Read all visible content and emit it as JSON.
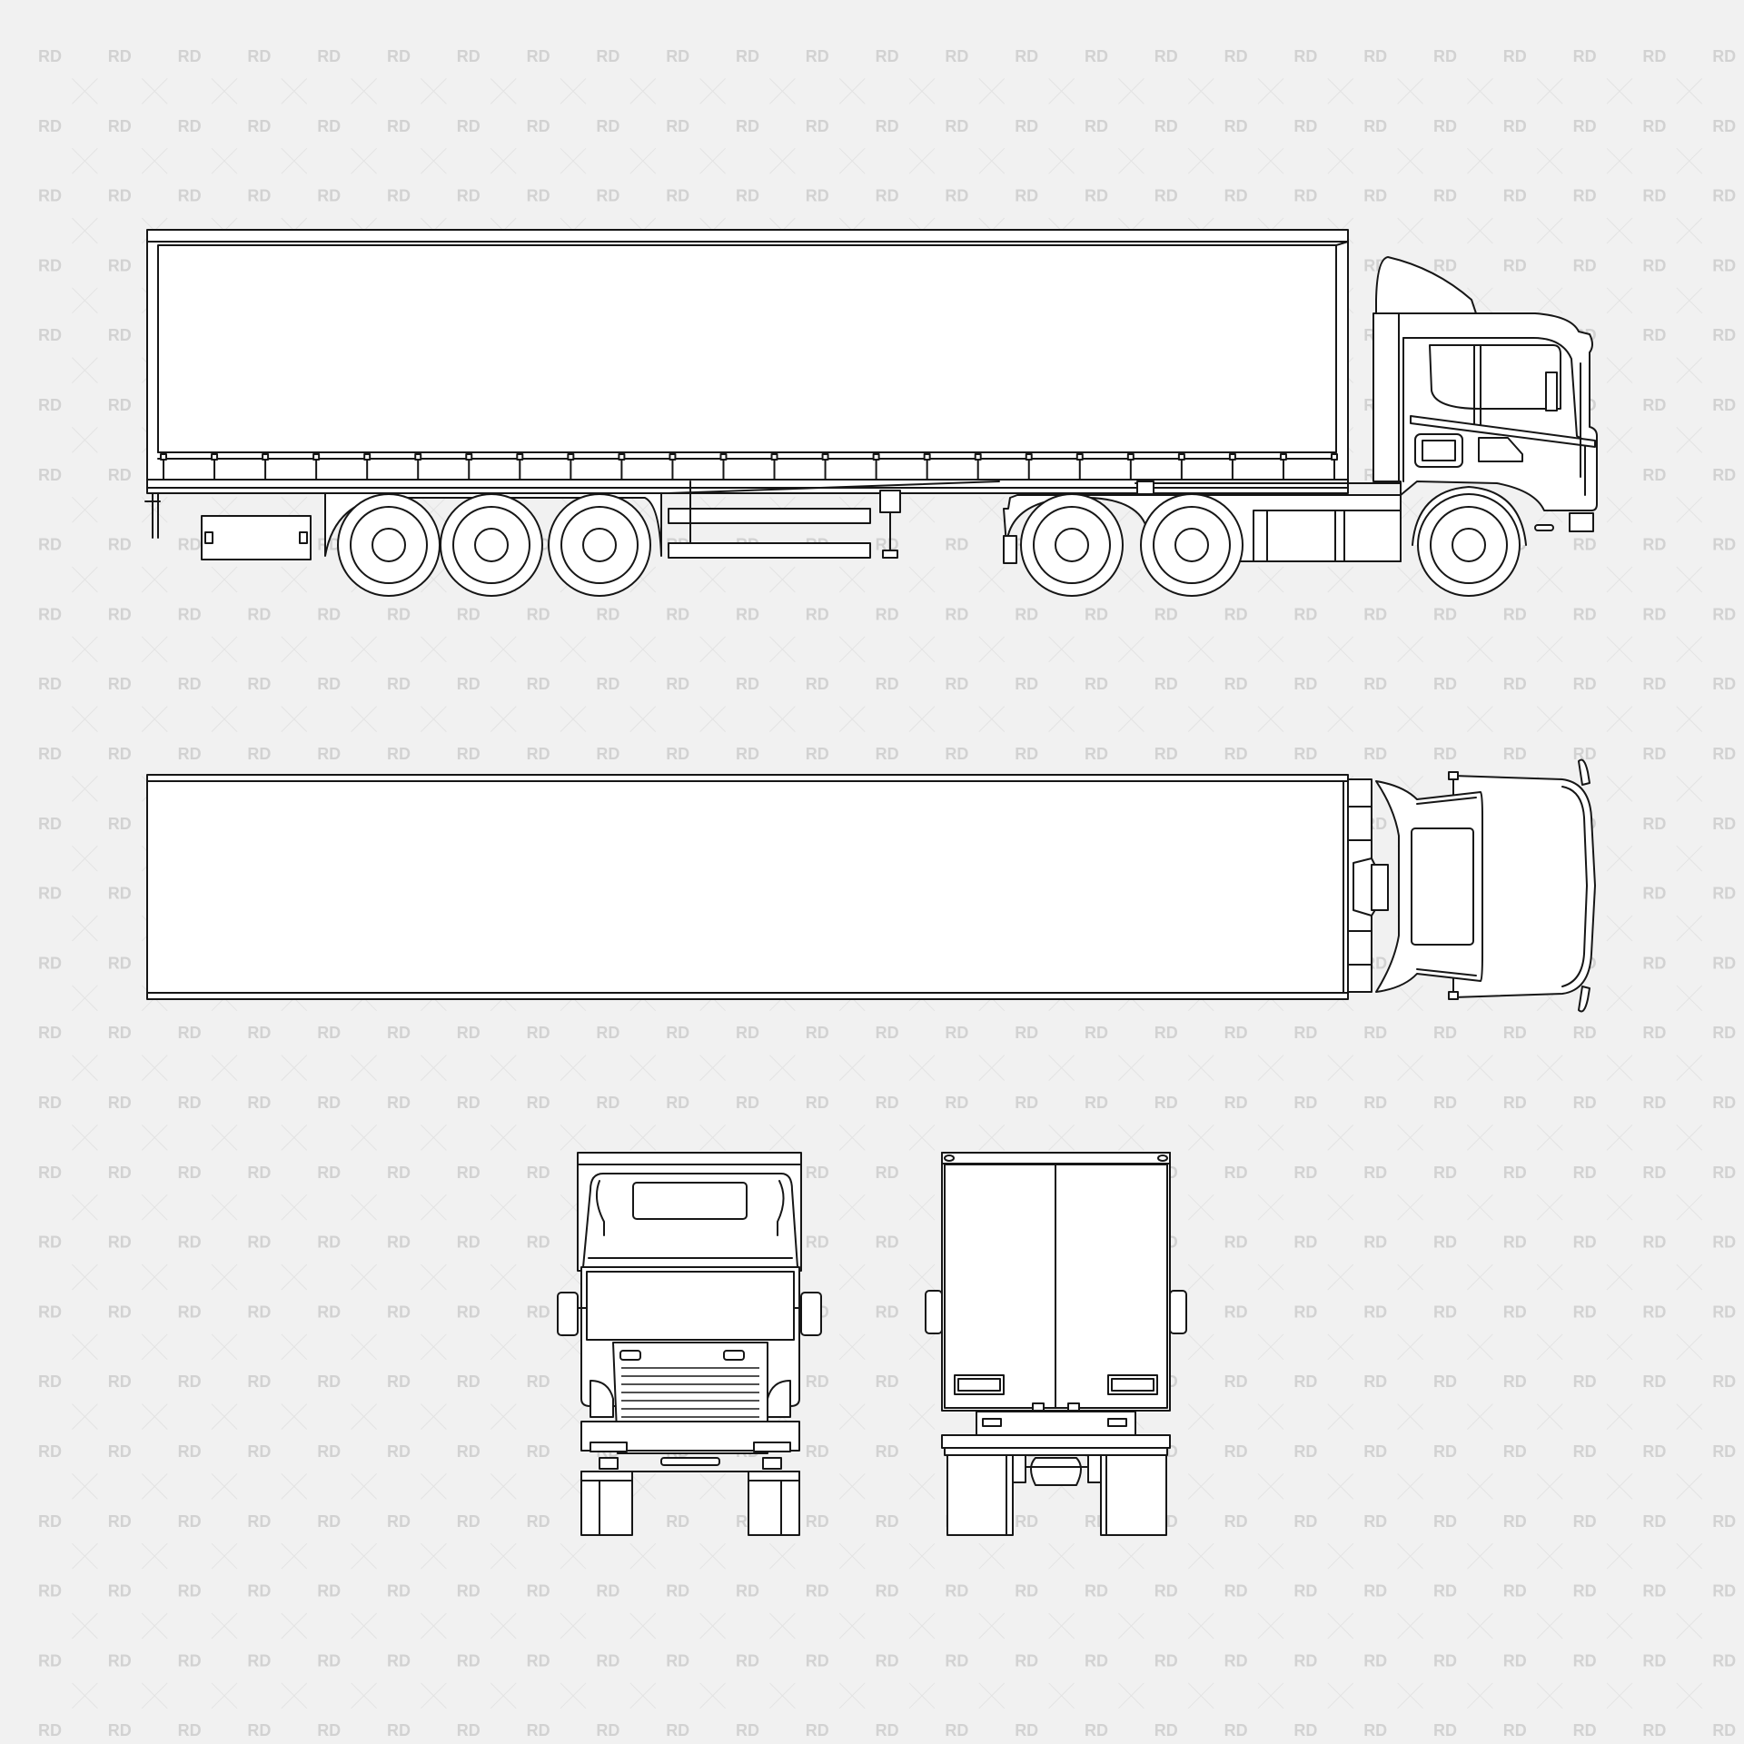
{
  "watermark": {
    "text": "RD",
    "text_color": "#d2d2d2",
    "pattern_line_color": "#e3e3e3"
  },
  "colors": {
    "background": "#f1f1f1",
    "fill": "#ffffff",
    "line": "#161616"
  },
  "views": [
    "side-elevation",
    "top-plan",
    "front-elevation",
    "rear-elevation"
  ]
}
